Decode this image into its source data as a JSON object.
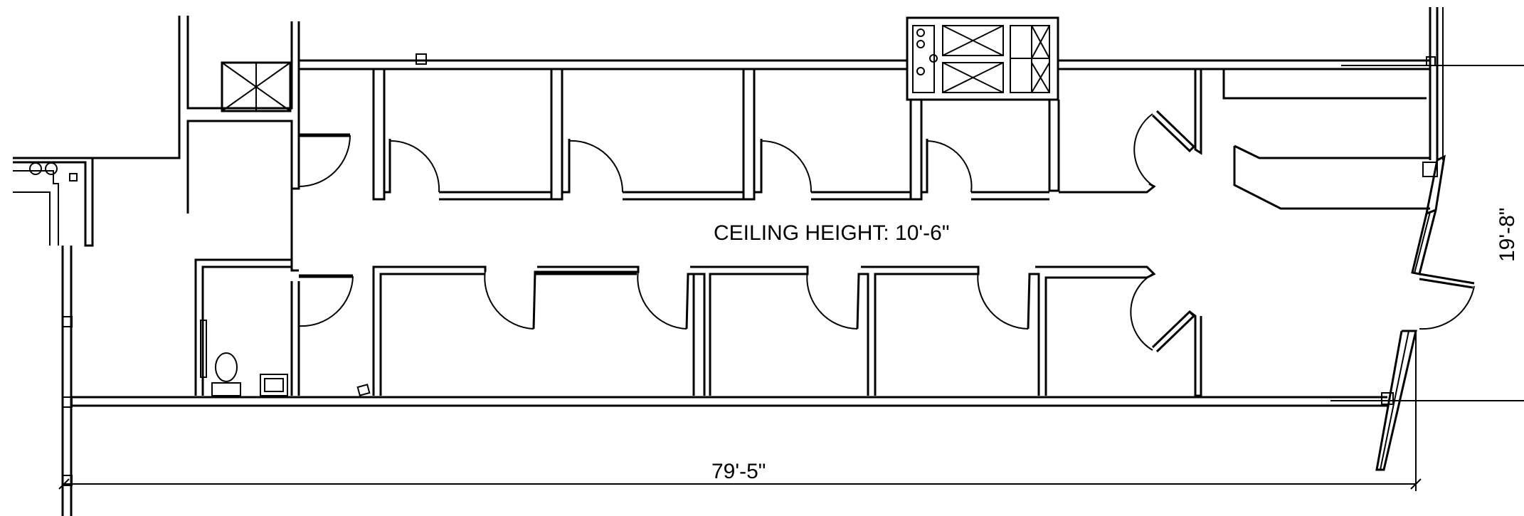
{
  "plan": {
    "ceiling_label": "CEILING HEIGHT: 10'-6\"",
    "width_dimension": "79'-5\"",
    "depth_dimension": "19'-8\""
  }
}
